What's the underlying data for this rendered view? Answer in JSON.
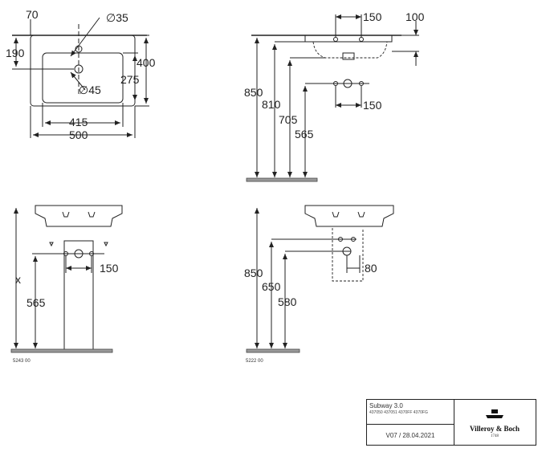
{
  "views": {
    "top": {
      "dims": {
        "d70": "70",
        "d190": "190",
        "d400": "400",
        "d275": "275",
        "d415": "415",
        "d500": "500",
        "dia35": "∅35",
        "dia45": "∅45"
      }
    },
    "side": {
      "dims": {
        "d150": "150",
        "d100": "100",
        "d850": "850",
        "d810": "810",
        "d705": "705",
        "d565": "565",
        "d150b": "150"
      }
    },
    "pedestal": {
      "dims": {
        "x": "x",
        "d565": "565",
        "d150": "150"
      },
      "code": "5243 00"
    },
    "semi_pedestal": {
      "dims": {
        "d850": "850",
        "d650": "650",
        "d580": "580",
        "d80": "80"
      },
      "code": "5222 00"
    }
  },
  "title_block": {
    "series": "Subway 3.0",
    "article_codes": "437050 437051 4370FF 4370FG",
    "revision": "V07 / 28.04.2021",
    "brand": "Villeroy & Boch",
    "brand_year": "1748"
  }
}
